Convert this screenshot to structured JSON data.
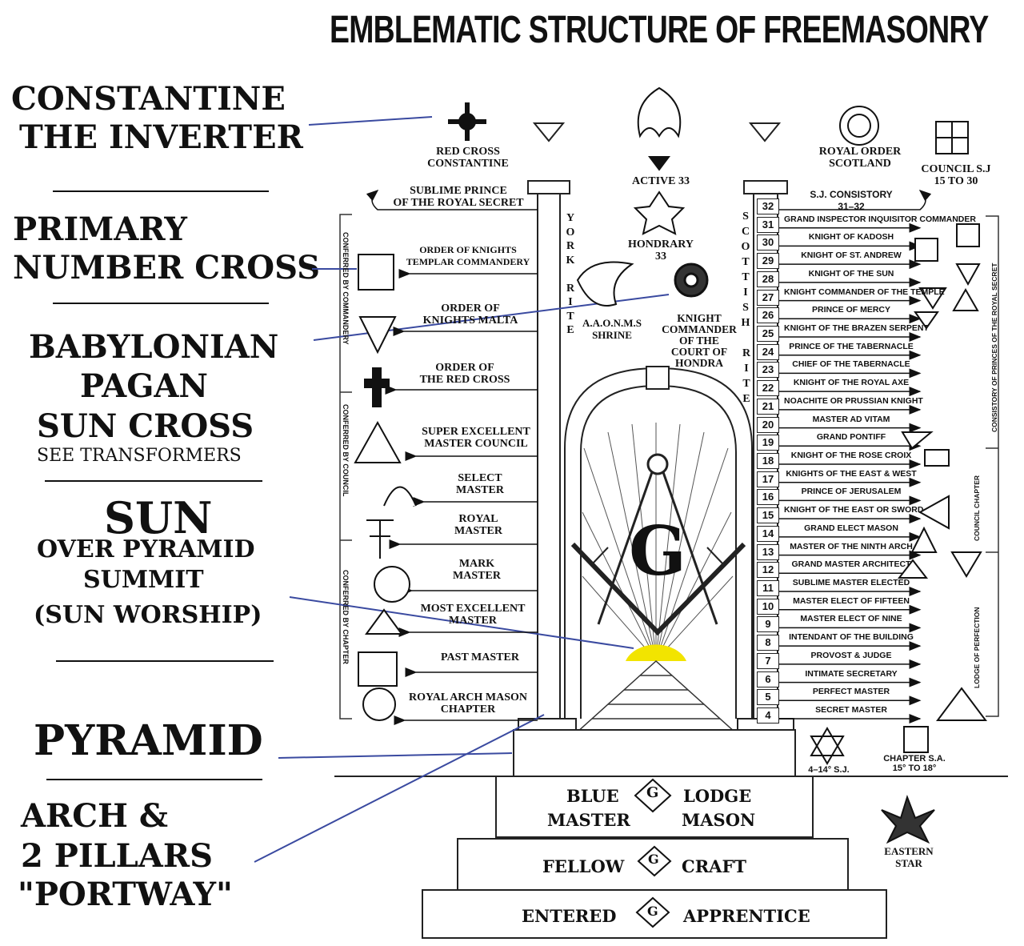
{
  "title": "EMBLEMATIC STRUCTURE OF FREEMASONRY",
  "annotations": {
    "constantine": [
      "CONSTANTINE",
      "THE INVERTER"
    ],
    "primary_cross": [
      "PRIMARY",
      "NUMBER CROSS"
    ],
    "babylonian": [
      "BABYLONIAN",
      "PAGAN",
      "SUN CROSS",
      "SEE  TRANSFORMERS"
    ],
    "sun": [
      "SUN",
      "OVER PYRAMID",
      "SUMMIT",
      "(SUN WORSHIP)"
    ],
    "pyramid": "PYRAMID",
    "arch": [
      "ARCH &",
      "2 PILLARS",
      "\"PORTWAY\""
    ]
  },
  "top_labels": {
    "red_cross": [
      "RED CROSS",
      "CONSTANTINE"
    ],
    "active33": "ACTIVE 33",
    "hondrary": [
      "HONDRARY",
      "33"
    ],
    "royal_order": [
      "ROYAL ORDER",
      "SCOTLAND"
    ],
    "council": [
      "COUNCIL S.J",
      "15  TO 30"
    ],
    "sublime_prince": [
      "SUBLIME PRINCE",
      "OF THE ROYAL SECRET"
    ],
    "sj_consistory": [
      "S.J. CONSISTORY",
      "31–32"
    ],
    "shrine": [
      "A.A.O.N.M.S",
      "SHRINE"
    ],
    "knight_commander": [
      "KNIGHT",
      "COMMANDER",
      "OF THE",
      "COURT OF",
      "HONDRA"
    ]
  },
  "york_rite_letters": [
    "Y",
    "O",
    "R",
    "K",
    "",
    "R",
    "I",
    "T",
    "E"
  ],
  "scottish_rite_letters": [
    "S",
    "C",
    "O",
    "T",
    "T",
    "I",
    "S",
    "H",
    "",
    "R",
    "I",
    "T",
    "E"
  ],
  "york_degrees": [
    [
      "ORDER OF KNIGHTS",
      "TEMPLAR COMMANDERY"
    ],
    [
      "ORDER OF",
      "KNIGHTS MALTA"
    ],
    [
      "ORDER OF",
      "THE RED CROSS"
    ],
    [
      "SUPER EXCELLENT",
      "MASTER COUNCIL"
    ],
    [
      "SELECT",
      "MASTER"
    ],
    [
      "ROYAL",
      "MASTER"
    ],
    [
      "MARK",
      "MASTER"
    ],
    [
      "MOST EXCELLENT",
      "MASTER"
    ],
    [
      "PAST MASTER"
    ],
    [
      "ROYAL ARCH MASON",
      "CHAPTER"
    ]
  ],
  "york_side_labels": [
    "CONFERRED BY COMMANDERY",
    "CONFERRED BY COUNCIL",
    "CONFERRED BY CHAPTER"
  ],
  "scottish_degrees": [
    {
      "n": "32",
      "name": ""
    },
    {
      "n": "31",
      "name": "GRAND INSPECTOR INQUISITOR COMMANDER"
    },
    {
      "n": "30",
      "name": "KNIGHT OF KADOSH"
    },
    {
      "n": "29",
      "name": "KNIGHT OF ST. ANDREW"
    },
    {
      "n": "28",
      "name": "KNIGHT OF THE SUN"
    },
    {
      "n": "27",
      "name": "KNIGHT COMMANDER OF THE TEMPLE"
    },
    {
      "n": "26",
      "name": "PRINCE OF MERCY"
    },
    {
      "n": "25",
      "name": "KNIGHT OF THE BRAZEN SERPENT"
    },
    {
      "n": "24",
      "name": "PRINCE OF THE TABERNACLE"
    },
    {
      "n": "23",
      "name": "CHIEF OF THE TABERNACLE"
    },
    {
      "n": "22",
      "name": "KNIGHT OF THE ROYAL AXE"
    },
    {
      "n": "21",
      "name": "NOACHITE OR PRUSSIAN KNIGHT"
    },
    {
      "n": "20",
      "name": "MASTER AD VITAM"
    },
    {
      "n": "19",
      "name": "GRAND PONTIFF"
    },
    {
      "n": "18",
      "name": "KNIGHT OF THE ROSE CROIX"
    },
    {
      "n": "17",
      "name": "KNIGHTS OF THE EAST & WEST"
    },
    {
      "n": "16",
      "name": "PRINCE OF JERUSALEM"
    },
    {
      "n": "15",
      "name": "KNIGHT OF THE EAST OR SWORD"
    },
    {
      "n": "14",
      "name": "GRAND ELECT MASON"
    },
    {
      "n": "13",
      "name": "MASTER OF THE NINTH ARCH"
    },
    {
      "n": "12",
      "name": "GRAND MASTER ARCHITECT"
    },
    {
      "n": "11",
      "name": "SUBLIME MASTER ELECTED"
    },
    {
      "n": "10",
      "name": "MASTER ELECT OF FIFTEEN"
    },
    {
      "n": "9",
      "name": "MASTER ELECT OF NINE"
    },
    {
      "n": "8",
      "name": "INTENDANT OF THE BUILDING"
    },
    {
      "n": "7",
      "name": "PROVOST & JUDGE"
    },
    {
      "n": "6",
      "name": "INTIMATE SECRETARY"
    },
    {
      "n": "5",
      "name": "PERFECT MASTER"
    },
    {
      "n": "4",
      "name": "SECRET MASTER"
    }
  ],
  "scottish_side_labels": [
    "CONSISTORY OF PRINCES OF THE ROYAL SECRET",
    "COUNCIL CHAPTER",
    "LODGE OF PERFECTION"
  ],
  "bottom_right": {
    "sj": "4–14° S.J.",
    "chapter": [
      "CHAPTER S.A.",
      "15° TO 18°"
    ],
    "eastern_star": [
      "EASTERN",
      "STAR"
    ]
  },
  "blue_lodge": {
    "row1_left": [
      "BLUE",
      "MASTER"
    ],
    "row1_right": [
      "LODGE",
      "MASON"
    ],
    "row2_left": "FELLOW",
    "row2_right": "CRAFT",
    "row3_left": "ENTERED",
    "row3_right": "APPRENTICE",
    "g_letter": "G"
  },
  "colors": {
    "pointer_line": "#3a4aa0",
    "sun": "#f2e400",
    "ink": "#111111"
  }
}
